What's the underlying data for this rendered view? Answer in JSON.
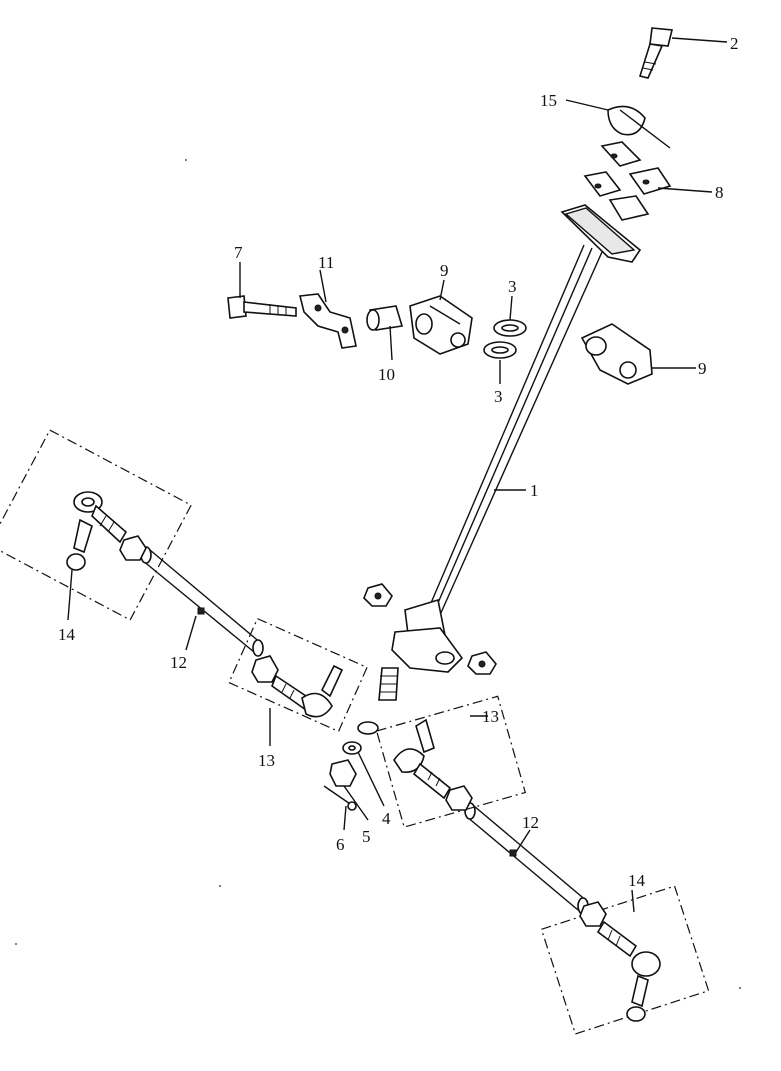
{
  "diagram": {
    "callouts": [
      {
        "id": "c2",
        "text": "2"
      },
      {
        "id": "c15",
        "text": "15"
      },
      {
        "id": "c8",
        "text": "8"
      },
      {
        "id": "c7",
        "text": "7"
      },
      {
        "id": "c11",
        "text": "11"
      },
      {
        "id": "c9a",
        "text": "9"
      },
      {
        "id": "c3a",
        "text": "3"
      },
      {
        "id": "c10",
        "text": "10"
      },
      {
        "id": "c3b",
        "text": "3"
      },
      {
        "id": "c9b",
        "text": "9"
      },
      {
        "id": "c1",
        "text": "1"
      },
      {
        "id": "c14a",
        "text": "14"
      },
      {
        "id": "c12a",
        "text": "12"
      },
      {
        "id": "c13a",
        "text": "13"
      },
      {
        "id": "c13b",
        "text": "13"
      },
      {
        "id": "c4",
        "text": "4"
      },
      {
        "id": "c5",
        "text": "5"
      },
      {
        "id": "c6",
        "text": "6"
      },
      {
        "id": "c12b",
        "text": "12"
      },
      {
        "id": "c14b",
        "text": "14"
      }
    ]
  }
}
